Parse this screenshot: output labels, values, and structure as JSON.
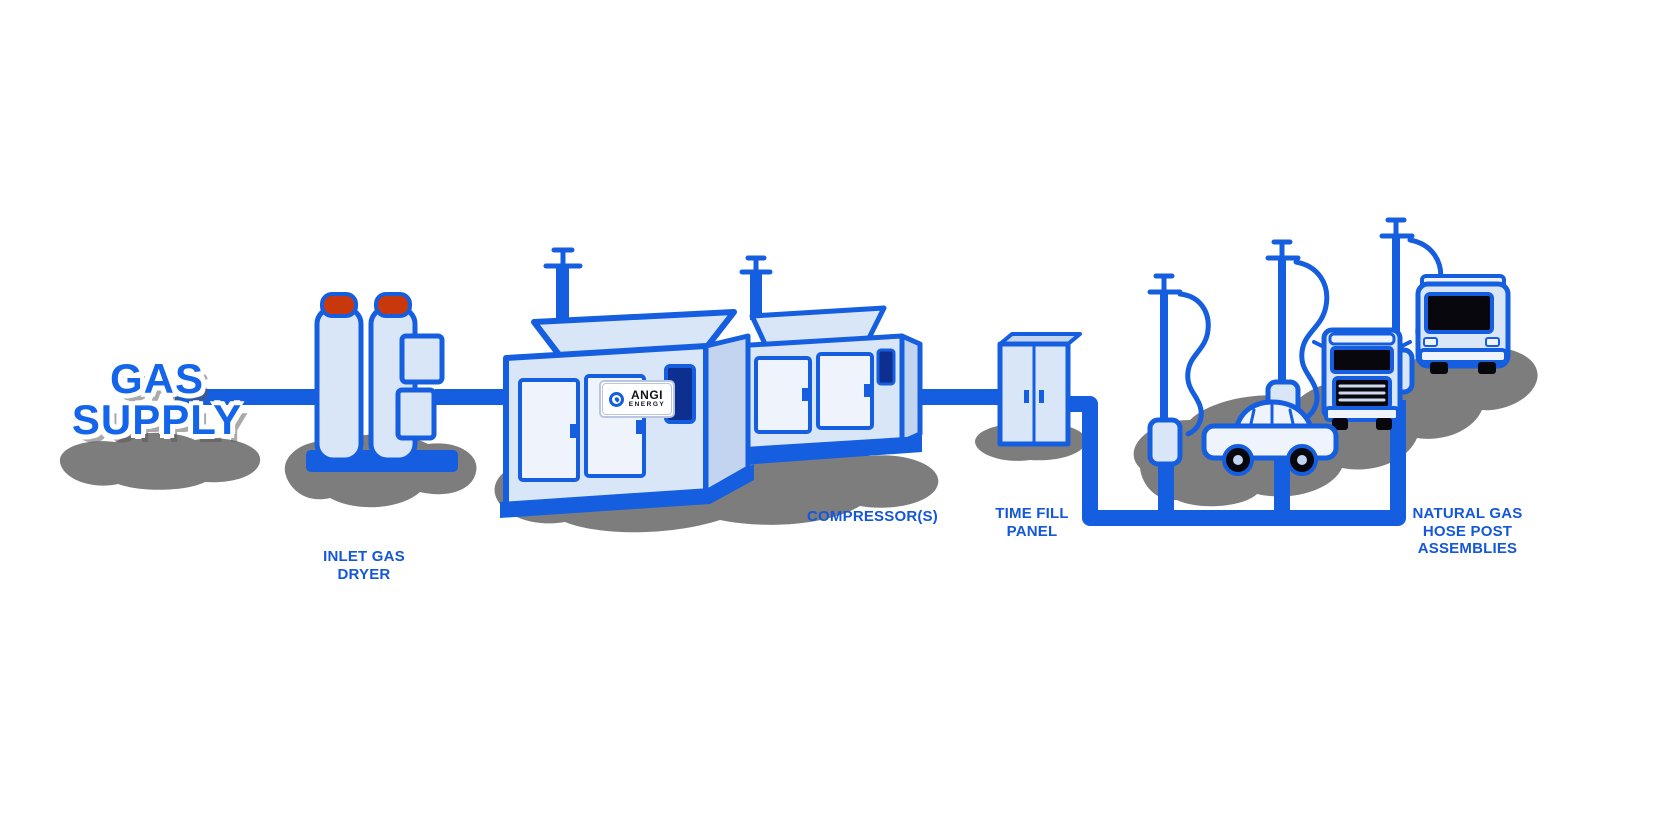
{
  "diagram": {
    "type": "cng-fueling-station-process-flow",
    "labels": {
      "gas_supply": {
        "line1": "GAS",
        "line2": "SUPPLY"
      },
      "inlet_gas_dryer": {
        "line1": "INLET GAS",
        "line2": "DRYER"
      },
      "compressors": {
        "text": "COMPRESSOR(S)"
      },
      "time_fill_panel": {
        "line1": "TIME FILL",
        "line2": "PANEL"
      },
      "hose_post_assemblies": {
        "line1": "NATURAL GAS",
        "line2": "HOSE POST",
        "line3": "ASSEMBLIES"
      }
    },
    "logo": {
      "name": "ANGI",
      "subname": "ENERGY"
    },
    "colors": {
      "primary_blue": "#155ee0",
      "label_blue": "#1457d8",
      "title_blue": "#1465ea",
      "light_blue_fill": "#d9e6f8",
      "panel_fill": "#eef3fc",
      "side_fill": "#c2d4f0",
      "ground_gray": "#7d7d7d",
      "tank_cap_orange": "#c8380c",
      "dark": "#07070d"
    }
  }
}
